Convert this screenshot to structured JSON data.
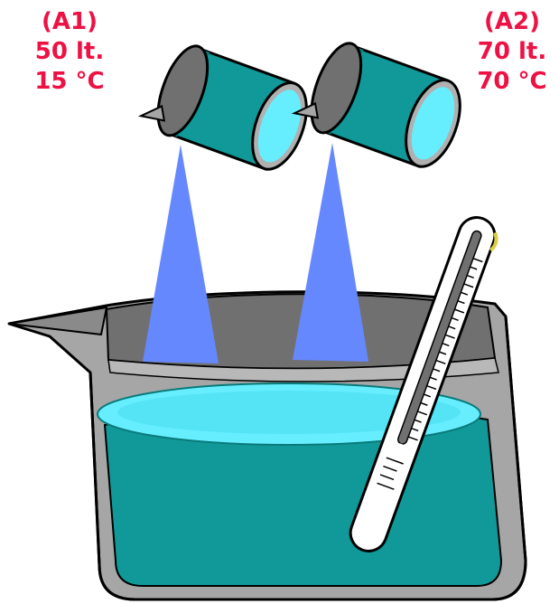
{
  "containers": [
    {
      "id": "A1",
      "label": "(A1)",
      "volume": "50 lt.",
      "temperature": "15 °C"
    },
    {
      "id": "A2",
      "label": "(A2)",
      "volume": "70 lt.",
      "temperature": "70 °C"
    }
  ],
  "colors": {
    "label_text": "#ee1144",
    "water": "#119999",
    "water_surface": "#66eeff",
    "pour_stream": "#6688ff",
    "pot_metal": "#a6a6a6",
    "pot_interior": "#707070",
    "outline": "#000000"
  },
  "icons": {
    "pitcher": "pitcher-icon",
    "pot": "cooking-pot-icon",
    "thermometer": "thermometer-icon"
  }
}
